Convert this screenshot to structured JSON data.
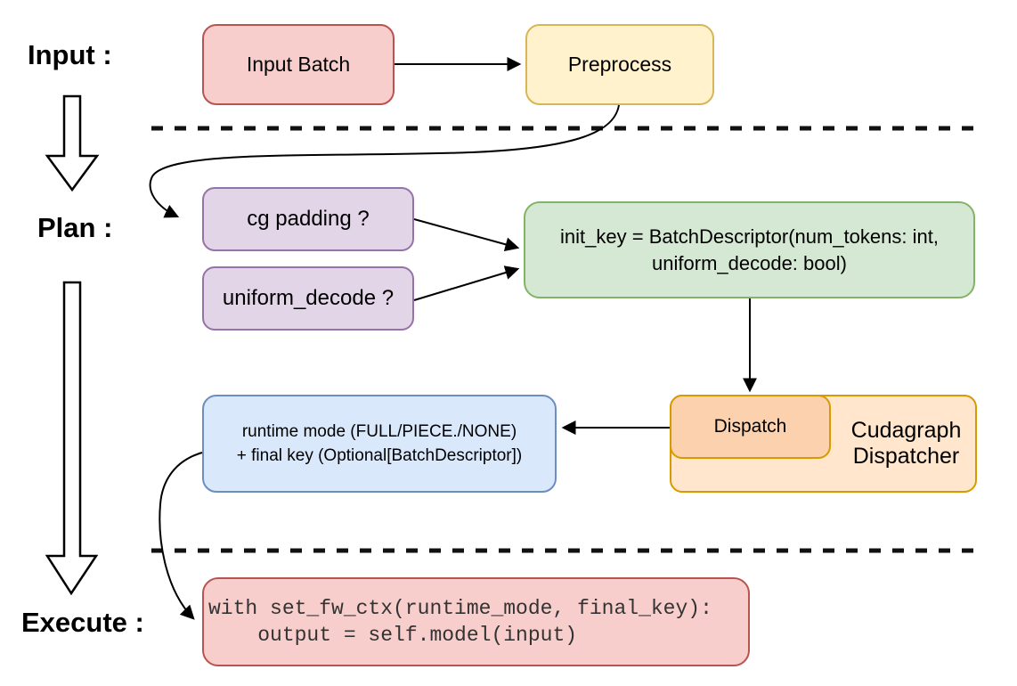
{
  "labels": {
    "input": "Input :",
    "plan": "Plan :",
    "execute": "Execute :"
  },
  "nodes": {
    "input_batch": "Input Batch",
    "preprocess": "Preprocess",
    "cg_padding": "cg padding ?",
    "uniform_decode": "uniform_decode ?",
    "init_key_line1": "init_key = BatchDescriptor(num_tokens: int,",
    "init_key_line2": "uniform_decode: bool)",
    "dispatch": "Dispatch",
    "dispatcher_line1": "Cudagraph",
    "dispatcher_line2": "Dispatcher",
    "runtime_line1": "runtime mode (FULL/PIECE./NONE)",
    "runtime_line2": "+ final key (Optional[BatchDescriptor])",
    "code_line1": "with set_fw_ctx(runtime_mode, final_key):",
    "code_line2": "    output = self.model(input)"
  },
  "colors": {
    "red_fill": "#f8cecc",
    "red_stroke": "#b85450",
    "yellow_fill": "#fff2cc",
    "yellow_stroke": "#d6b656",
    "purple_fill": "#e1d5e7",
    "purple_stroke": "#9673a6",
    "green_fill": "#d5e8d4",
    "green_stroke": "#82b366",
    "orange_fill": "#ffe6cc",
    "orange_inner_fill": "#fbd2ad",
    "orange_stroke": "#d79b00",
    "blue_fill": "#dae8fc",
    "blue_stroke": "#6c8ebf",
    "connector": "#000000"
  }
}
